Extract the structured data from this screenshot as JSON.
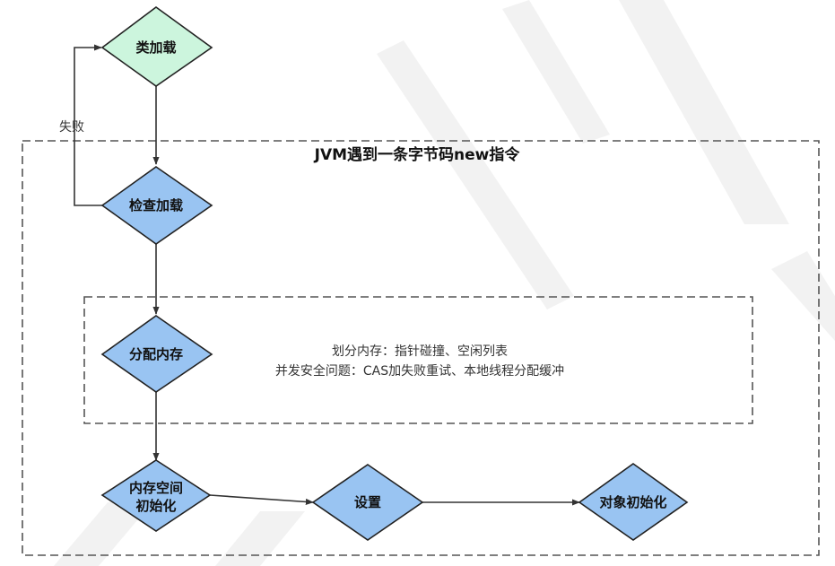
{
  "colors": {
    "start_node_fill": "#ccf5dd",
    "step_node_fill": "#99c4f2",
    "line": "#333333",
    "frame": "#555555"
  },
  "frame_title": "JVM遇到一条字节码new指令",
  "nodes": {
    "class_load": "类加载",
    "check_load": "检查加载",
    "allocate_memory": "分配内存",
    "memory_init_line1": "内存空间",
    "memory_init_line2": "初始化",
    "setup": "设置",
    "object_init": "对象初始化"
  },
  "edge_labels": {
    "fail": "失败"
  },
  "allocation_notes": {
    "line1": "划分内存：指针碰撞、空闲列表",
    "line2": "并发安全问题：CAS加失败重试、本地线程分配缓冲"
  }
}
